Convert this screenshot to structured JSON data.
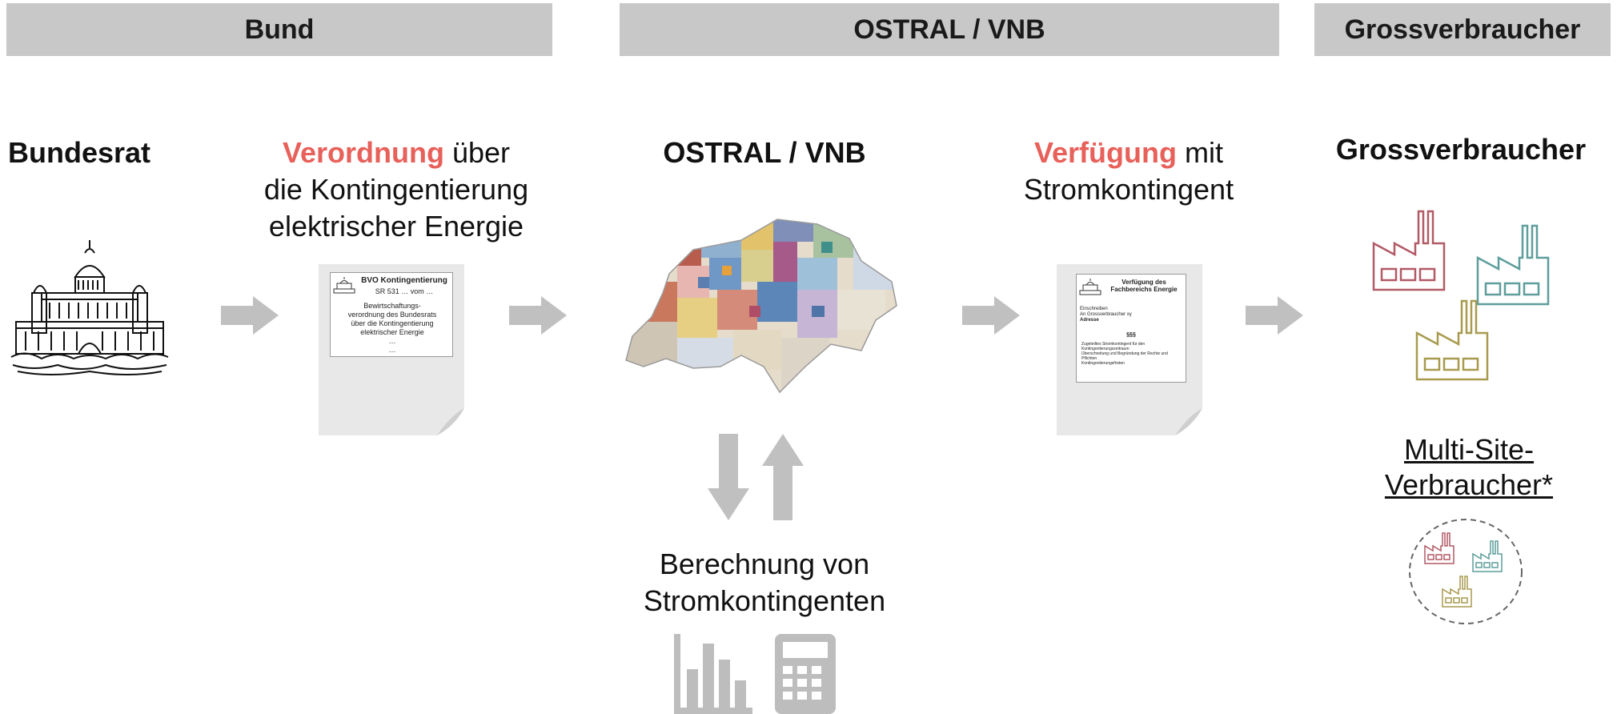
{
  "headers": {
    "bund": "Bund",
    "ostral": "OSTRAL / VNB",
    "gross": "Grossverbraucher"
  },
  "columns": {
    "bundesrat": "Bundesrat",
    "verordnung_highlight": "Verordnung",
    "verordnung_rest1": " über",
    "verordnung_line2": "die Kontingentierung",
    "verordnung_line3": "elektrischer Energie",
    "ostral": "OSTRAL / VNB",
    "verfuegung_highlight": "Verfügung",
    "verfuegung_rest1": " mit",
    "verfuegung_line2": "Stromkontingent",
    "grossverbraucher": "Grossverbraucher",
    "multisite_line1": "Multi-Site-",
    "multisite_line2": "Verbraucher*",
    "berechnung_line1": "Berechnung von",
    "berechnung_line2": "Stromkontingenten"
  },
  "doc1": {
    "title": "BVO Kontingentierung",
    "sr": "SR 531 … vom …",
    "body1": "Bewirtschaftungs-",
    "body2": "verordnung des Bundesrats",
    "body3": "über die Kontingentierung",
    "body4": "elektrischer Energie",
    "dots1": "…",
    "dots2": "…"
  },
  "doc2": {
    "title1": "Verfügung des",
    "title2": "Fachbereichs Energie",
    "addr1": "Einschreiben",
    "addr2": "An Grossverbraucher xy",
    "addr3": "Adresse",
    "section": "§§§",
    "bullet1": "Zugeteiltes Stromkontingent für den Kontingentierungszeitraum",
    "bullet2": "Überschreitung und Begründung der Rechte und Pflichten",
    "bullet3": "Kontingentierungsfristen"
  },
  "colors": {
    "header_bg": "#c8c8c8",
    "highlight": "#e8605a",
    "arrow": "#c0c0c0",
    "factory_red": "#b25a66",
    "factory_teal": "#5e9e9c",
    "factory_olive": "#a89a4e"
  }
}
